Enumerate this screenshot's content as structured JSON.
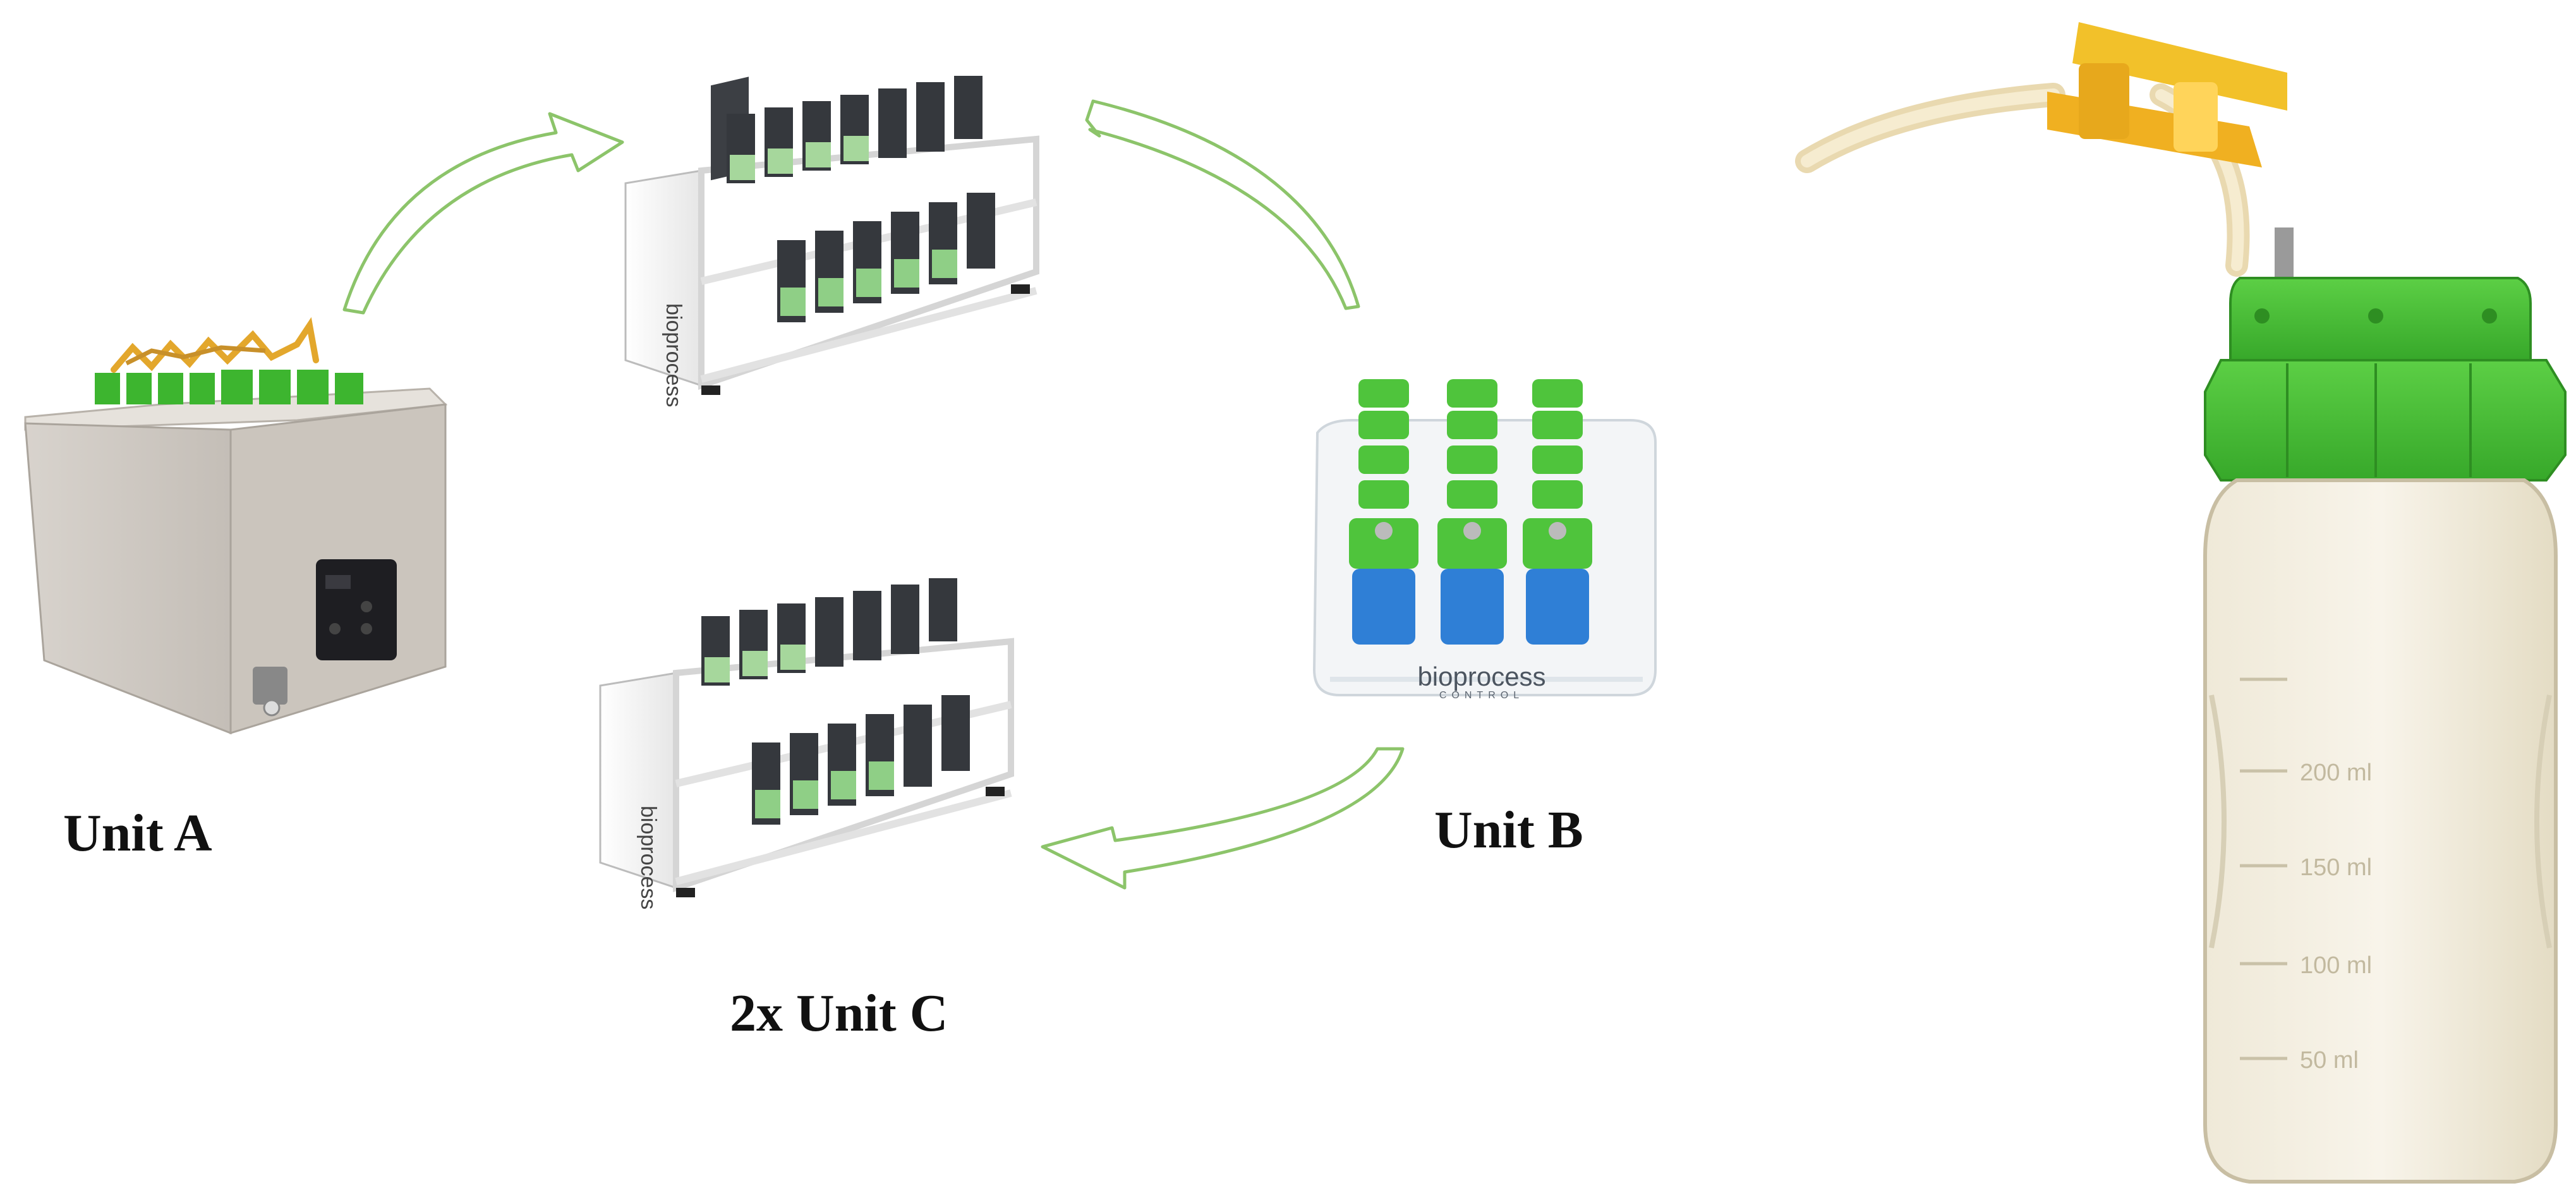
{
  "labels": {
    "unit_a": "Unit A",
    "unit_b": "Unit B",
    "unit_c": "2x Unit C"
  },
  "brand": {
    "text": "bioprocess",
    "subtext": "CONTROL"
  },
  "bottle": {
    "graduations": [
      "200 ml",
      "150 ml",
      "100 ml",
      "50 ml"
    ]
  },
  "colors": {
    "arrow": "#8cc46a",
    "green_cap": "#4bbf3a",
    "yellow_clamp": "#f2c12a",
    "unit_body": "#cfcac4",
    "rack_body": "#f2f2f2",
    "rack_lid": "#3a3d42",
    "blue_liquid": "#2f7fd6"
  }
}
